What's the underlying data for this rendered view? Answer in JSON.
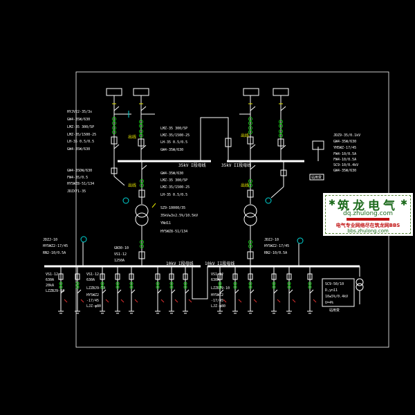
{
  "diagram": {
    "bus_labels": {
      "bus_35_left": "35kV I段母线",
      "bus_35_right": "35kV II段母线",
      "bus_10_left": "10kV I段母线",
      "bus_10_right": "10kV II段母线"
    },
    "incoming_left_a": [
      "HYJV22-35/3x",
      "GW4-35W/630",
      "LMZ-35 300/5P",
      "LMZ-35/1500-25",
      "LH-35 0.5/0.5",
      "GW4-35W/630"
    ],
    "incoming_left_b": [
      "LMZ-35 300/5P",
      "LMZ-35/1500-25",
      "LH-35 0.5/0.5",
      "GW4-35W/630"
    ],
    "trafo_left_top": [
      "GW4-35DW/630",
      "FW4-35/0.5",
      "HY5WZ8-51/134",
      "JDZX71-35"
    ],
    "trafo_left_mid": [
      "GW4-35W/630",
      "LMZ-35 300/5P",
      "LMZ-35/1500-25",
      "LH-35 0.5/0.5"
    ],
    "trafo_left_spec": [
      "SZ9-10000/35",
      "35kV±3x2.5%/10.5kV",
      "YNd11",
      "HY5WZ8-51/134"
    ],
    "pt_right": [
      "JDZ9-35/0.1kV",
      "GW4-35W/630",
      "YH5WZ-17/45",
      "FW4-10/0.5A",
      "FW4-10/0.5A",
      "SC9-10/0.4kV",
      "GW4-35W/630"
    ],
    "pt_left_10": [
      "JDZJ-10",
      "HY5WZ2-17/45",
      "RN2-10/0.5A"
    ],
    "pt_right_10": [
      "JDZJ-10",
      "HY5WZ2-17/45",
      "RN2-10/0.5A"
    ],
    "incomer_10_left": [
      "GN30-10",
      "VS1-12",
      "1250A"
    ],
    "feeder_left": [
      "VS1-12",
      "630A",
      "20kA",
      "LZZBJ9-10"
    ],
    "feeder_left_2": [
      "VS1-12",
      "630A",
      "LZZBJ9-10",
      "HY5WZ2",
      "-17/45",
      "LJZ-φ80"
    ],
    "feeder_right_2": [
      "VS1-12",
      "630A",
      "LZZBJ9-10",
      "HY5WZ2",
      "-17/45",
      "LJZ-φ80"
    ],
    "station_trafo": [
      "SC9-50/10",
      "D,yn11",
      "10±5%/0.4kV",
      "U=4%"
    ],
    "small_load": "站用变",
    "bay_mark": "出线"
  },
  "watermark": {
    "brand": "筑龙电气",
    "domain": "dq.zhulong.com",
    "slogan": "电气专业网络尽在筑龙网BBS",
    "bbs": "bbs.zhulong.com"
  }
}
